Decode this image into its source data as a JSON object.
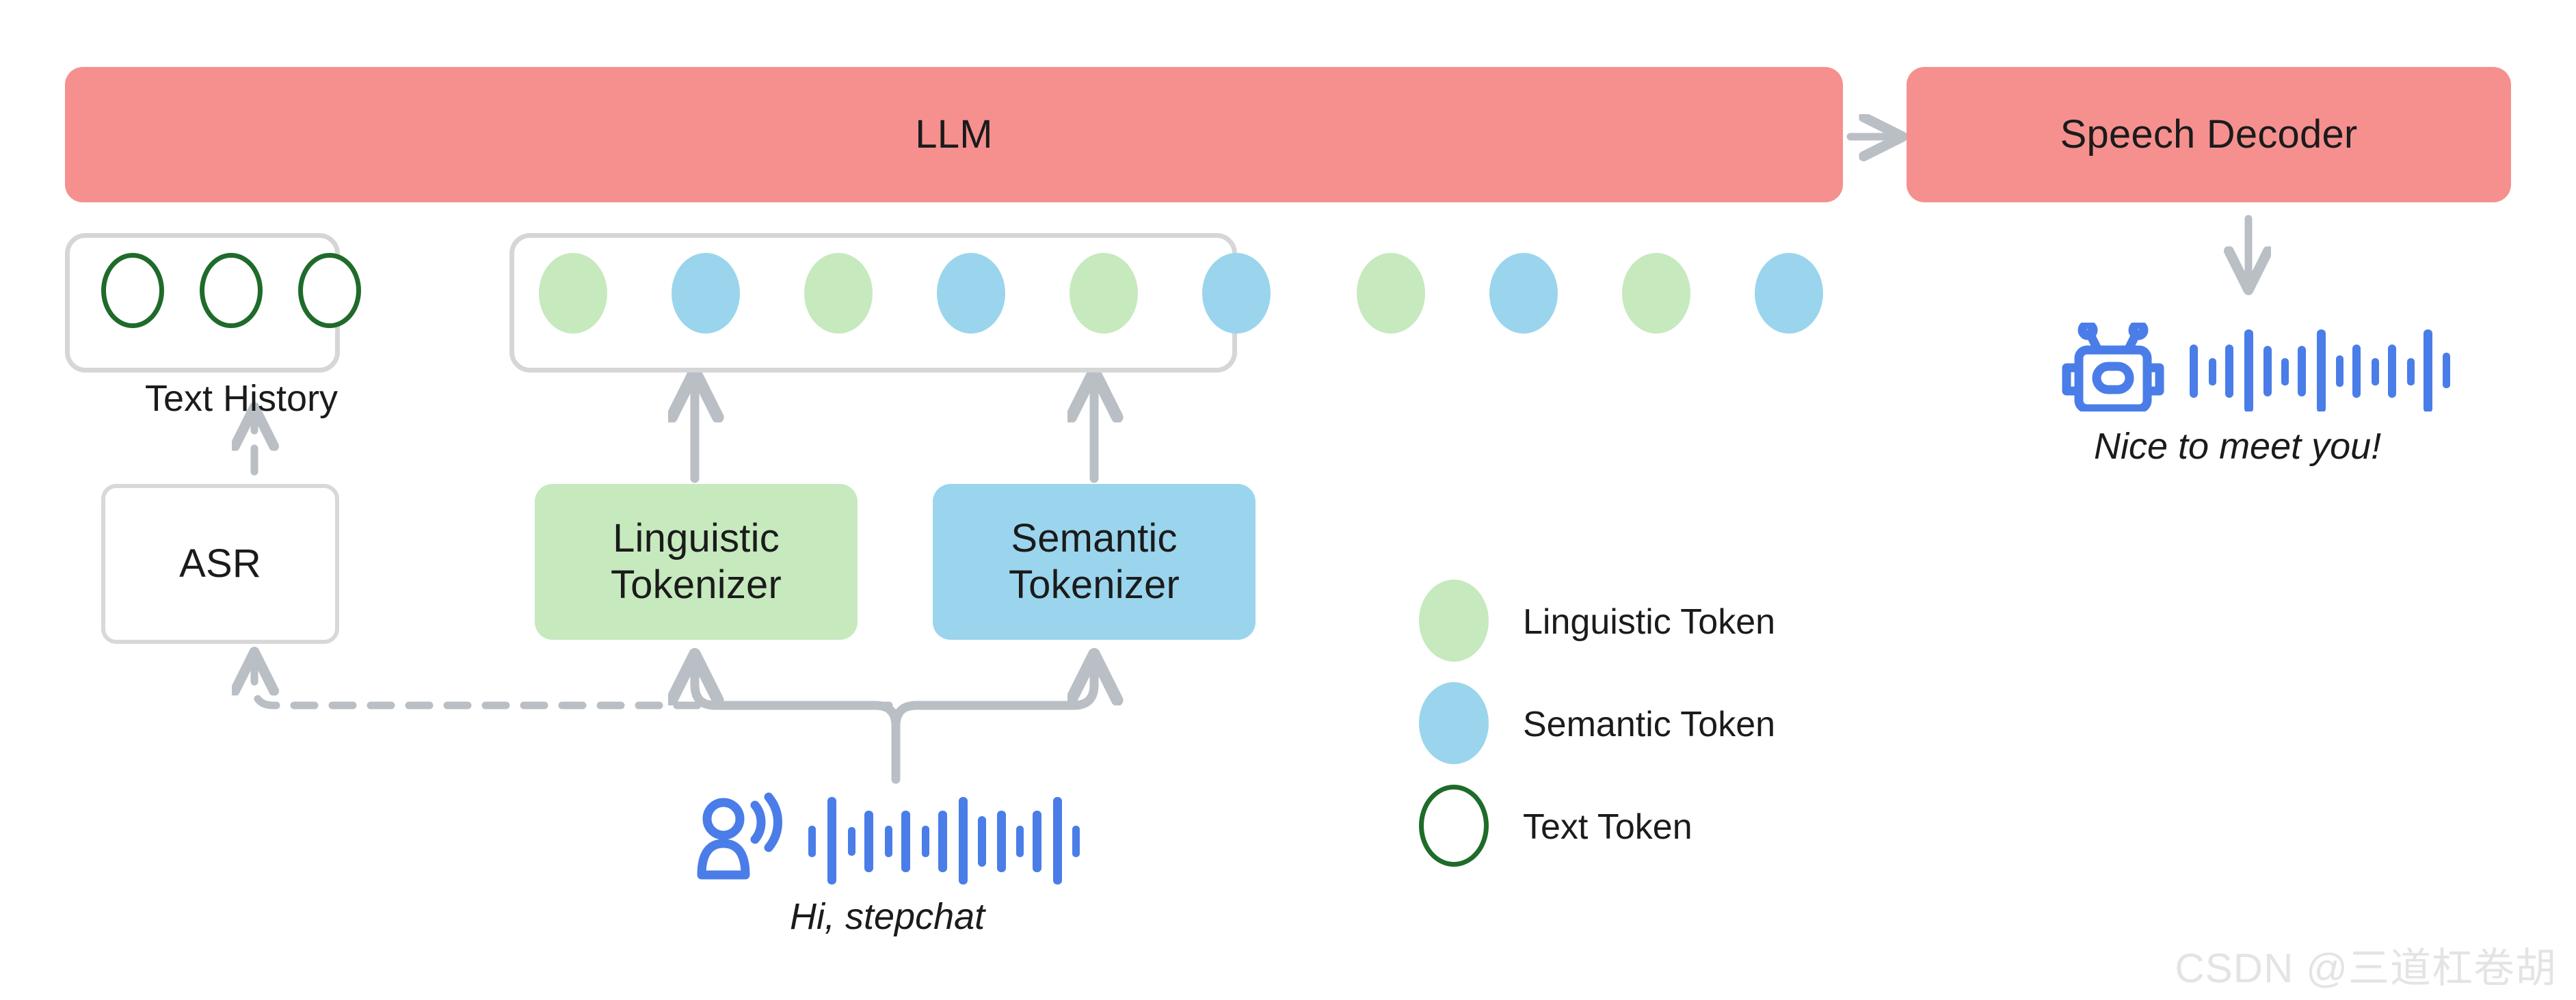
{
  "diagram": {
    "title_blocks": {
      "llm": "LLM",
      "speech_decoder": "Speech Decoder",
      "asr": "ASR",
      "linguistic_tokenizer_line1": "Linguistic",
      "linguistic_tokenizer_line2": "Tokenizer",
      "semantic_tokenizer_line1": "Semantic",
      "semantic_tokenizer_line2": "Tokenizer"
    },
    "captions": {
      "text_history": "Text History",
      "user_utterance": "Hi, stepchat",
      "assistant_utterance": "Nice to meet you!"
    },
    "legend": {
      "items": [
        {
          "label": "Linguistic Token",
          "kind": "ling",
          "color": "#c6e9be"
        },
        {
          "label": "Semantic Token",
          "kind": "sem",
          "color": "#9ad5ed"
        },
        {
          "label": "Text Token",
          "kind": "text",
          "color": "#1e6b2a"
        }
      ]
    },
    "text_history_tokens": [
      "text-token",
      "text-token",
      "text-token"
    ],
    "token_sequence": {
      "inside_box": [
        "ling",
        "sem",
        "ling",
        "sem",
        "ling",
        "sem"
      ],
      "outside_box": [
        "ling",
        "sem",
        "ling",
        "sem"
      ]
    },
    "icons": {
      "user_speaking": "person-speaking-icon",
      "robot_speaking": "robot-icon",
      "user_waveform": "audio-waveform-icon",
      "robot_waveform": "audio-waveform-icon"
    },
    "colors": {
      "block_red": "#f5908f",
      "token_green": "#c6e9be",
      "token_blue": "#9ad5ed",
      "token_outline_green": "#1e6b2a",
      "arrow_gray": "#b9bfc4",
      "border_gray": "#d6d6d6",
      "waveform_blue": "#4a7de8"
    },
    "watermark": "CSDN @三道杠卷胡"
  }
}
